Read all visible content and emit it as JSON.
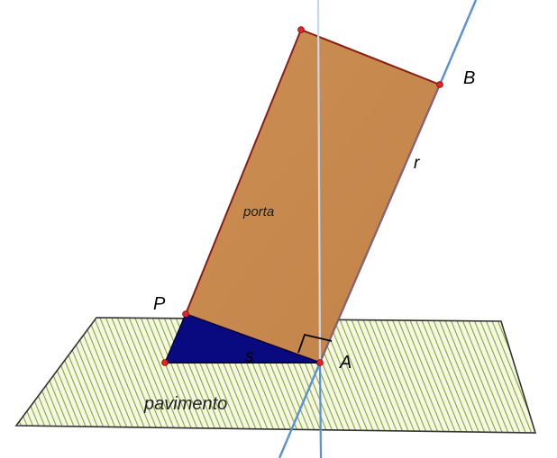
{
  "labels": {
    "point_b": "B",
    "point_p": "P",
    "point_a": "A",
    "line_r": "r",
    "line_s": "s",
    "door": "porta",
    "floor": "pavimento"
  },
  "colors": {
    "door_fill": "#c98a4e",
    "door_edge": "#8b1c12",
    "floor_hatch": "#8aa632",
    "floor_bg": "#f3f7e4",
    "triangle_fill": "#0a0a80",
    "line_blue": "#5b8fd6",
    "vertical_line": "#c8d6ea",
    "point": "#e0262a"
  }
}
